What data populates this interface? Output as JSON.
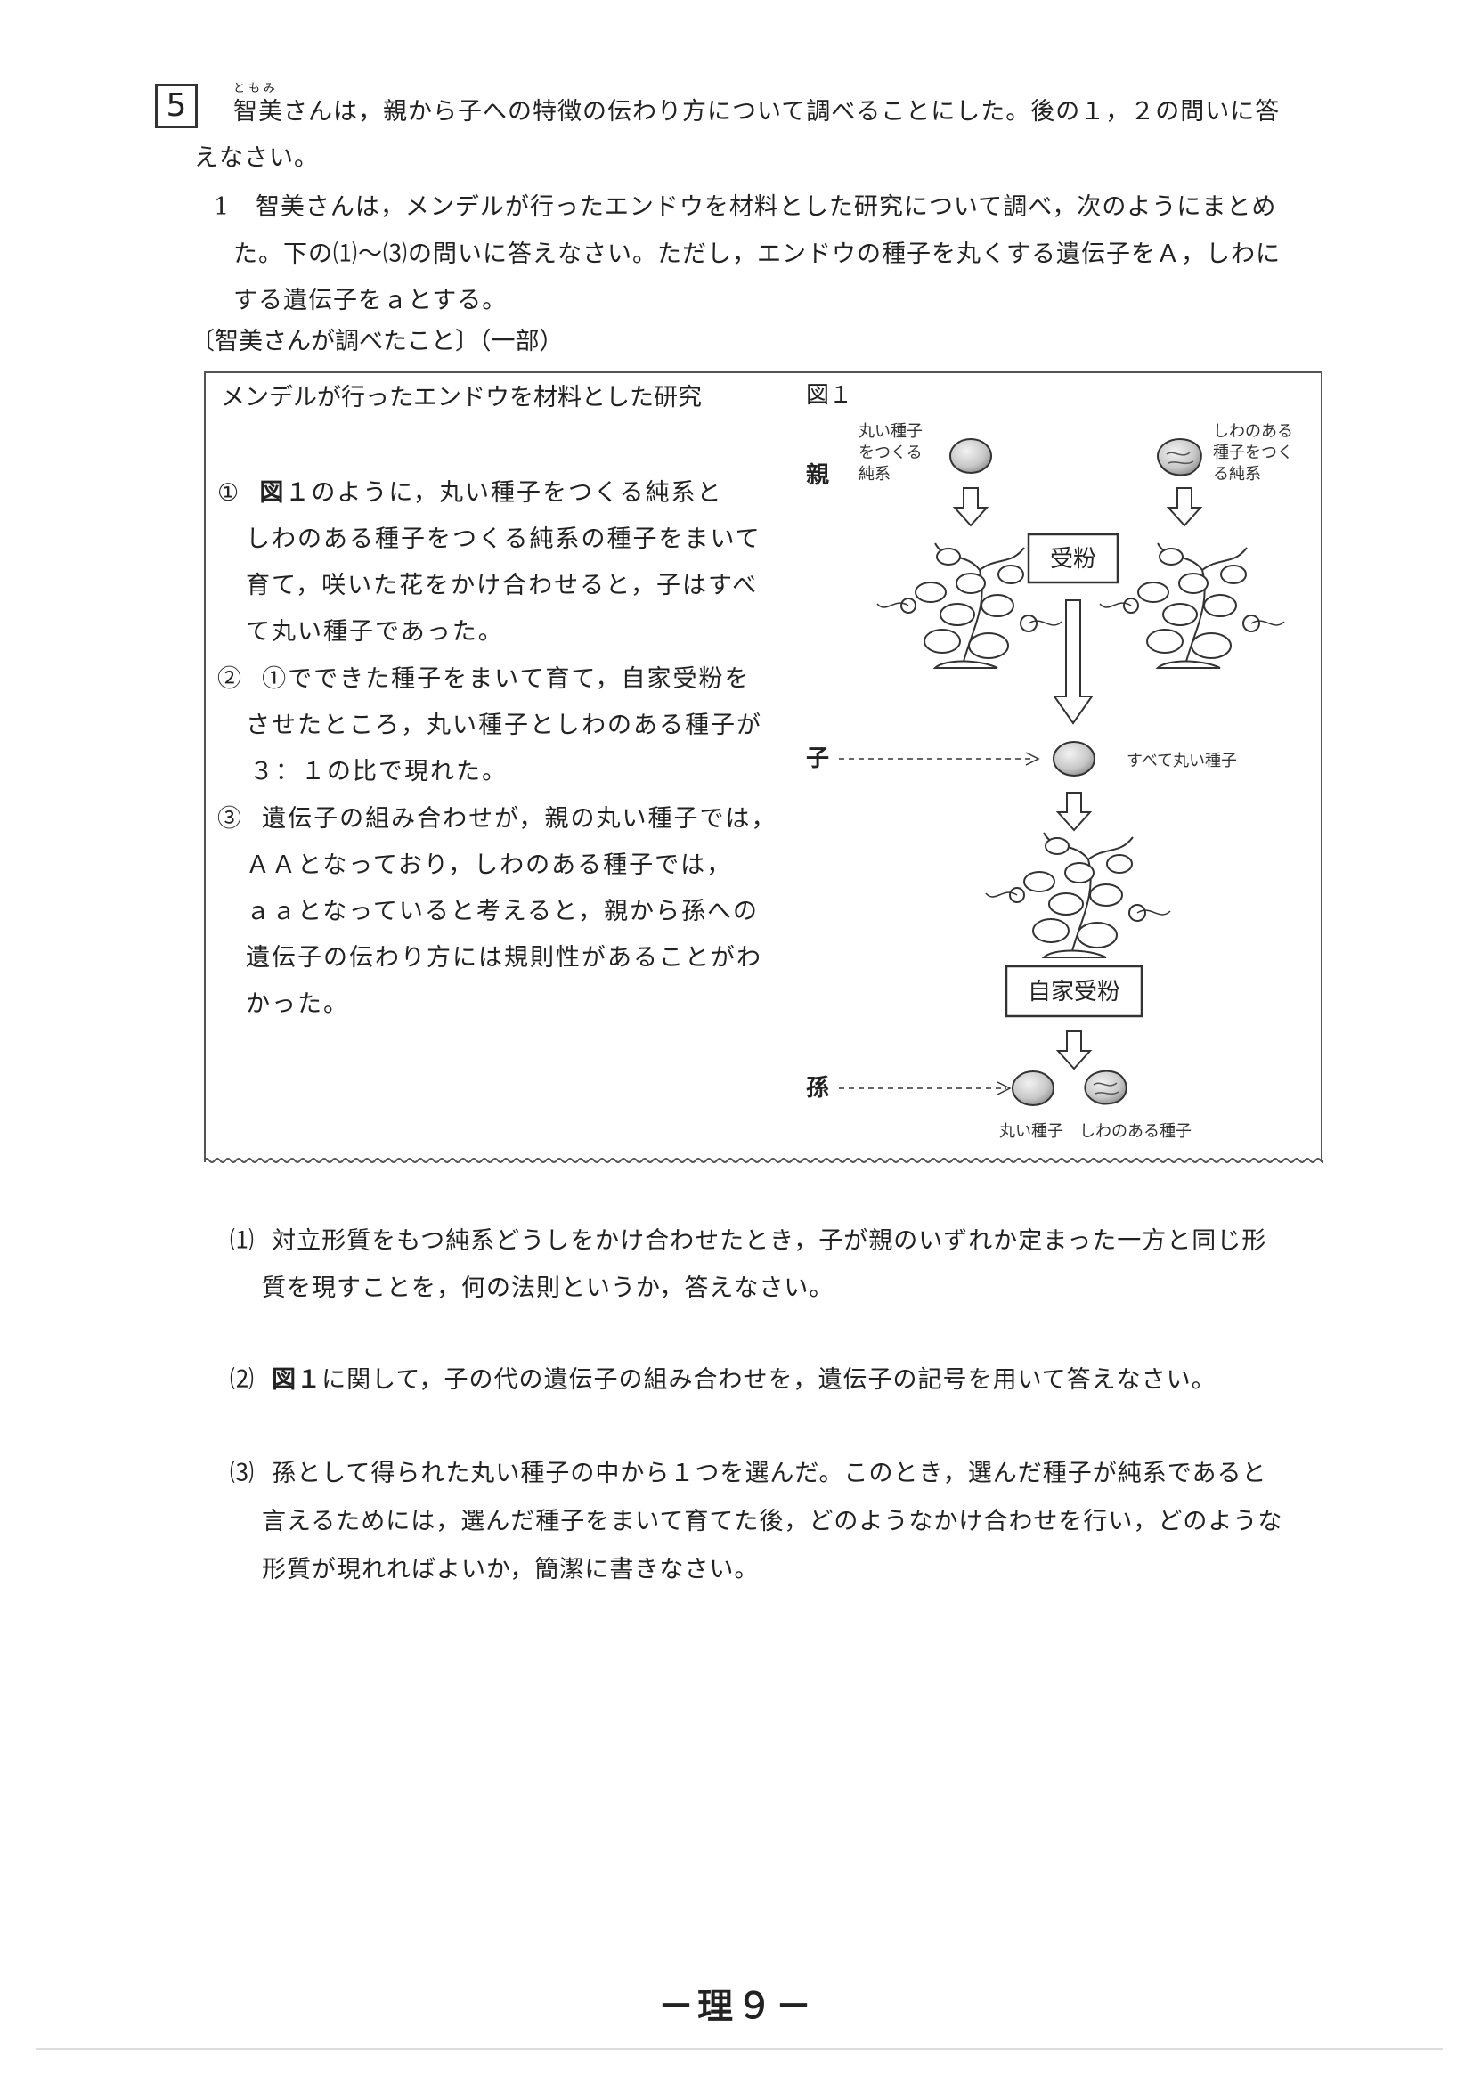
{
  "question": {
    "number": "5",
    "ruby": "ともみ",
    "intro_line1": "智美さんは，親から子への特徴の伝わり方について調べることにした。後の１，２の問いに答",
    "intro_line2": "えなさい。"
  },
  "part1": {
    "number": "1",
    "line1": "智美さんは，メンデルが行ったエンドウを材料とした研究について調べ，次のようにまとめ",
    "line2": "た。下の⑴～⑶の問いに答えなさい。ただし，エンドウの種子を丸くする遺伝子をＡ，しわに",
    "line3": "する遺伝子をａとする。"
  },
  "section_title": "〔智美さんが調べたこと〕（一部）",
  "box": {
    "heading": "メンデルが行ったエンドウを材料とした研究",
    "item1": {
      "marker": "①",
      "bold": "図１",
      "line1_rest": "のように，丸い種子をつくる純系と",
      "line2": "しわのある種子をつくる純系の種子をまいて",
      "line3": "育て，咲いた花をかけ合わせると，子はすべ",
      "line4": "て丸い種子であった。"
    },
    "item2": {
      "marker": "②",
      "line1": "①でできた種子をまいて育て，自家受粉を",
      "line2": "させたところ，丸い種子としわのある種子が",
      "line3": "３：１の比で現れた。"
    },
    "item3": {
      "marker": "③",
      "line1": "遺伝子の組み合わせが，親の丸い種子では，",
      "line2": "ＡＡとなっており，しわのある種子では，",
      "line3": "ａａとなっていると考えると，親から孫への",
      "line4": "遺伝子の伝わり方には規則性があることがわ",
      "line5": "かった。"
    }
  },
  "figure": {
    "title": "図１",
    "parent_label": "親",
    "child_label": "子",
    "grandchild_label": "孫",
    "round_parent_l1": "丸い種子",
    "round_parent_l2": "をつくる",
    "round_parent_l3": "純系",
    "wrinkled_parent_l1": "しわのある",
    "wrinkled_parent_l2": "種子をつく",
    "wrinkled_parent_l3": "る純系",
    "pollination_label": "受粉",
    "child_result": "すべて丸い種子",
    "self_pollination_label": "自家受粉",
    "round_seed_label": "丸い種子",
    "wrinkled_seed_label": "しわのある種子"
  },
  "questions": {
    "q1": {
      "number": "⑴",
      "line1": "対立形質をもつ純系どうしをかけ合わせたとき，子が親のいずれか定まった一方と同じ形",
      "line2": "質を現すことを，何の法則というか，答えなさい。"
    },
    "q2": {
      "number": "⑵",
      "bold": "図１",
      "line1_rest": "に関して，子の代の遺伝子の組み合わせを，遺伝子の記号を用いて答えなさい。"
    },
    "q3": {
      "number": "⑶",
      "line1": "孫として得られた丸い種子の中から１つを選んだ。このとき，選んだ種子が純系であると",
      "line2": "言えるためには，選んだ種子をまいて育てた後，どのようなかけ合わせを行い，どのような",
      "line3": "形質が現れればよいか，簡潔に書きなさい。"
    }
  },
  "footer": "－理９－"
}
